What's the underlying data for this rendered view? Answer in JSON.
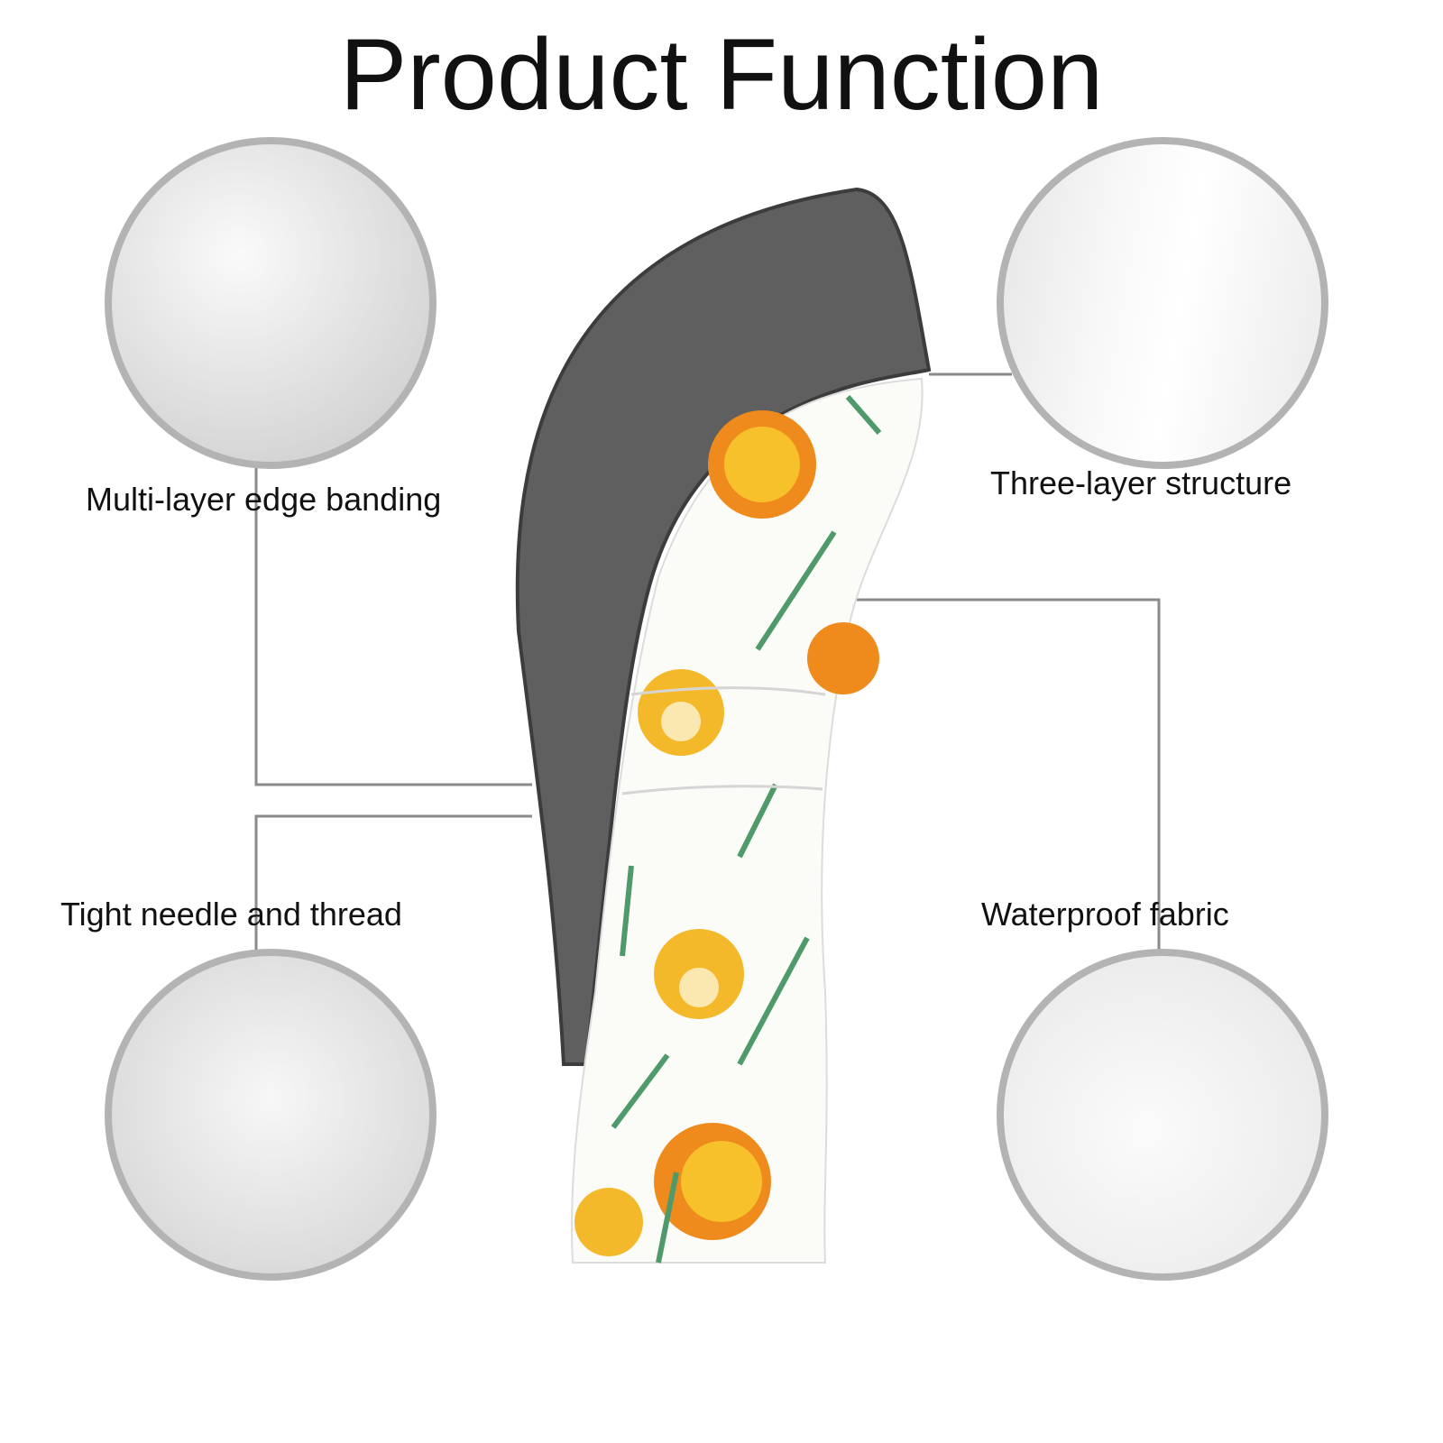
{
  "title": "Product Function",
  "features": [
    {
      "label": "Multi-layer edge banding"
    },
    {
      "label": "Three-layer structure"
    },
    {
      "label": "Tight needle and thread"
    },
    {
      "label": "Waterproof fabric"
    }
  ],
  "colors": {
    "circle_border": "#b3b3b3",
    "hood": "#5d5d5d",
    "lion": "#f0a01e",
    "leaf": "#4f9a6a"
  }
}
